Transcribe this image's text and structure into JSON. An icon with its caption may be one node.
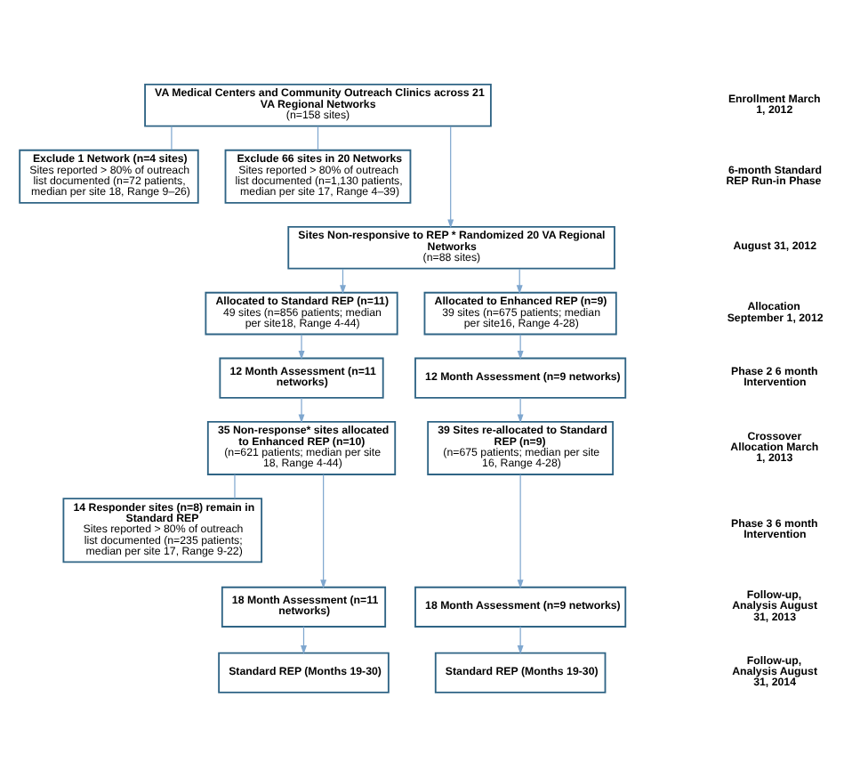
{
  "diagram": {
    "nodes": [
      {
        "text": [
          "VA Medical Centers and Community Outreach Clinics across 21 VA Regional Networks",
          "(n=158 sites)"
        ]
      },
      {
        "text": [
          "Exclude 1 Network (n=4 sites)",
          "Sites reported > 80% of outreach list documented (n=72 patients, median per site 18, Range 9–26)"
        ]
      },
      {
        "text": [
          "Exclude 66 sites in 20 Networks",
          "Sites reported > 80% of outreach list documented (n=1,130 patients, median per site 17, Range 4–39)"
        ]
      },
      {
        "text": [
          "Sites Non-responsive to REP * Randomized 20 VA Regional Networks",
          "(n=88 sites)"
        ]
      },
      {
        "text": [
          "Allocated to Standard REP (n=11)",
          "49 sites (n=856 patients; median per site18, Range 4-44)"
        ]
      },
      {
        "text": [
          "Allocated to Enhanced REP (n=9)",
          "39 sites (n=675 patients; median per site16, Range 4-28)"
        ]
      },
      {
        "text": [
          "12 Month Assessment (n=11 networks)"
        ]
      },
      {
        "text": [
          "12 Month Assessment (n=9 networks)"
        ]
      },
      {
        "text": [
          "35 Non-response* sites allocated to Enhanced REP (n=10)",
          "(n=621 patients; median per site 18, Range 4-44)"
        ]
      },
      {
        "text": [
          "39 Sites re-allocated to Standard REP (n=9)",
          "(n=675 patients; median per site 16, Range 4-28)"
        ]
      },
      {
        "text": [
          "14 Responder sites (n=8) remain in Standard REP",
          "Sites reported > 80% of outreach list documented (n=235 patients; median per site 17, Range 9-22)"
        ]
      },
      {
        "text": [
          "18 Month Assessment (n=11 networks)"
        ]
      },
      {
        "text": [
          "18 Month Assessment (n=9 networks)"
        ]
      },
      {
        "text": [
          "Standard REP (Months 19-30)"
        ]
      },
      {
        "text": [
          "Standard REP (Months 19-30)"
        ]
      }
    ],
    "edges": [
      {
        "from": 0,
        "to": 1,
        "arrow": "none"
      },
      {
        "from": 0,
        "to": 2,
        "arrow": "none"
      },
      {
        "from": 0,
        "to": 3,
        "arrow": "to"
      },
      {
        "from": 3,
        "to": 4,
        "arrow": "to"
      },
      {
        "from": 3,
        "to": 5,
        "arrow": "to"
      },
      {
        "from": 4,
        "to": 6,
        "arrow": "to"
      },
      {
        "from": 5,
        "to": 7,
        "arrow": "to"
      },
      {
        "from": 6,
        "to": 8,
        "arrow": "to"
      },
      {
        "from": 7,
        "to": 9,
        "arrow": "to"
      },
      {
        "from": 8,
        "to": 10,
        "arrow": "none"
      },
      {
        "from": 8,
        "to": 11,
        "arrow": "to"
      },
      {
        "from": 9,
        "to": 12,
        "arrow": "to"
      },
      {
        "from": 11,
        "to": 13,
        "arrow": "to"
      },
      {
        "from": 12,
        "to": 14,
        "arrow": "to"
      }
    ],
    "labels": [
      "Enrollment March 1, 2012",
      "6-month Standard REP Run-in Phase",
      "August 31, 2012",
      "Allocation September 1, 2012",
      "Phase 2 6 month Intervention",
      "Crossover Allocation March 1, 2013",
      "Phase 3 6 month Intervention",
      "Follow-up, Analysis August 31, 2013",
      "Follow-up, Analysis August 31, 2014"
    ]
  }
}
